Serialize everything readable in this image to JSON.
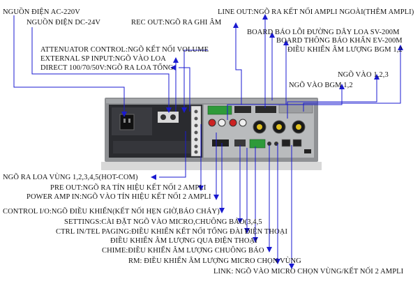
{
  "colors": {
    "connector_line": "#1a1ad0",
    "panel_dark": "#1e1e22",
    "panel_grey": "#b9bbbd",
    "chassis": "#8f9194"
  },
  "labels": {
    "ac_power": "NGUỒN ĐIỆN AC-220V",
    "dc_power": "NGUỒN ĐIỆN DC-24V",
    "line_out": "LINE OUT:NGÕ RA KẾT NỐI AMPLI NGOÀI(THÊM AMPLI)",
    "rec_out": "REC OUT:NGÕ RA GHI ÂM",
    "sv200m": "BOARD BÁO LỖI ĐƯỜNG DÂY LOA SV-200M",
    "ev200m": "BOARD THÔNG BÁO KHẨN EV-200M",
    "bgm_volume": "ĐIỀU KHIỂN ÂM LƯỢNG BGM 1,2",
    "attenuator": "ATTENUATOR CONTROL:NGÕ KẾT NỐI VOLUME",
    "external_sp": "EXTERNAL SP INPUT:NGÕ VÀO LOA",
    "direct_out": "DIRECT 100/70/50V:NGÕ RA LOA TỔNG",
    "input_123": "NGÕ VÀO 1,2,3",
    "bgm_input": "NGÕ VÀO BGM 1,2",
    "zone_out": "NGÕ RA LOA VÙNG 1,2,3,4,5(HOT-COM)",
    "pre_out": "PRE OUT:NGÕ RA TÍN HIỆU KẾT NỐI 2 AMPLI",
    "power_amp_in": "POWER AMP IN:NGÕ VÀO TÍN HIỆU KẾT NỐI 2 AMPLI",
    "control_io": "CONTROL I/O:NGÕ ĐIỀU KHIỂN(KẾT NỐI HẸN GIỜ,BÁO CHÁY)",
    "settings": "SETTINGS:CÀI ĐẶT NGÕ VÀO MICRO,CHUÔNG BÁO(3,4,5",
    "ctrl_in": "CTRL IN/TEL PAGING:ĐIỀU KHIỂN KẾT NỐI TỔNG ĐÀI ĐIỆN THOẠI",
    "tel_volume": "ĐIỀU KHIỂN ÂM LƯỢNG QUA ĐIỆN THOẠI",
    "chime": "CHIME:ĐIỀU KHIỂN ÂM LƯỢNG CHUÔNG BÁO",
    "rm": "RM: ĐIỀU KHIỂN ÂM LƯỢNG MICRO CHỌN VÙNG",
    "link": "LINK: NGÕ VÀO MICRO CHỌN VÙNG/KẾT NỐI 2 AMPLI"
  }
}
